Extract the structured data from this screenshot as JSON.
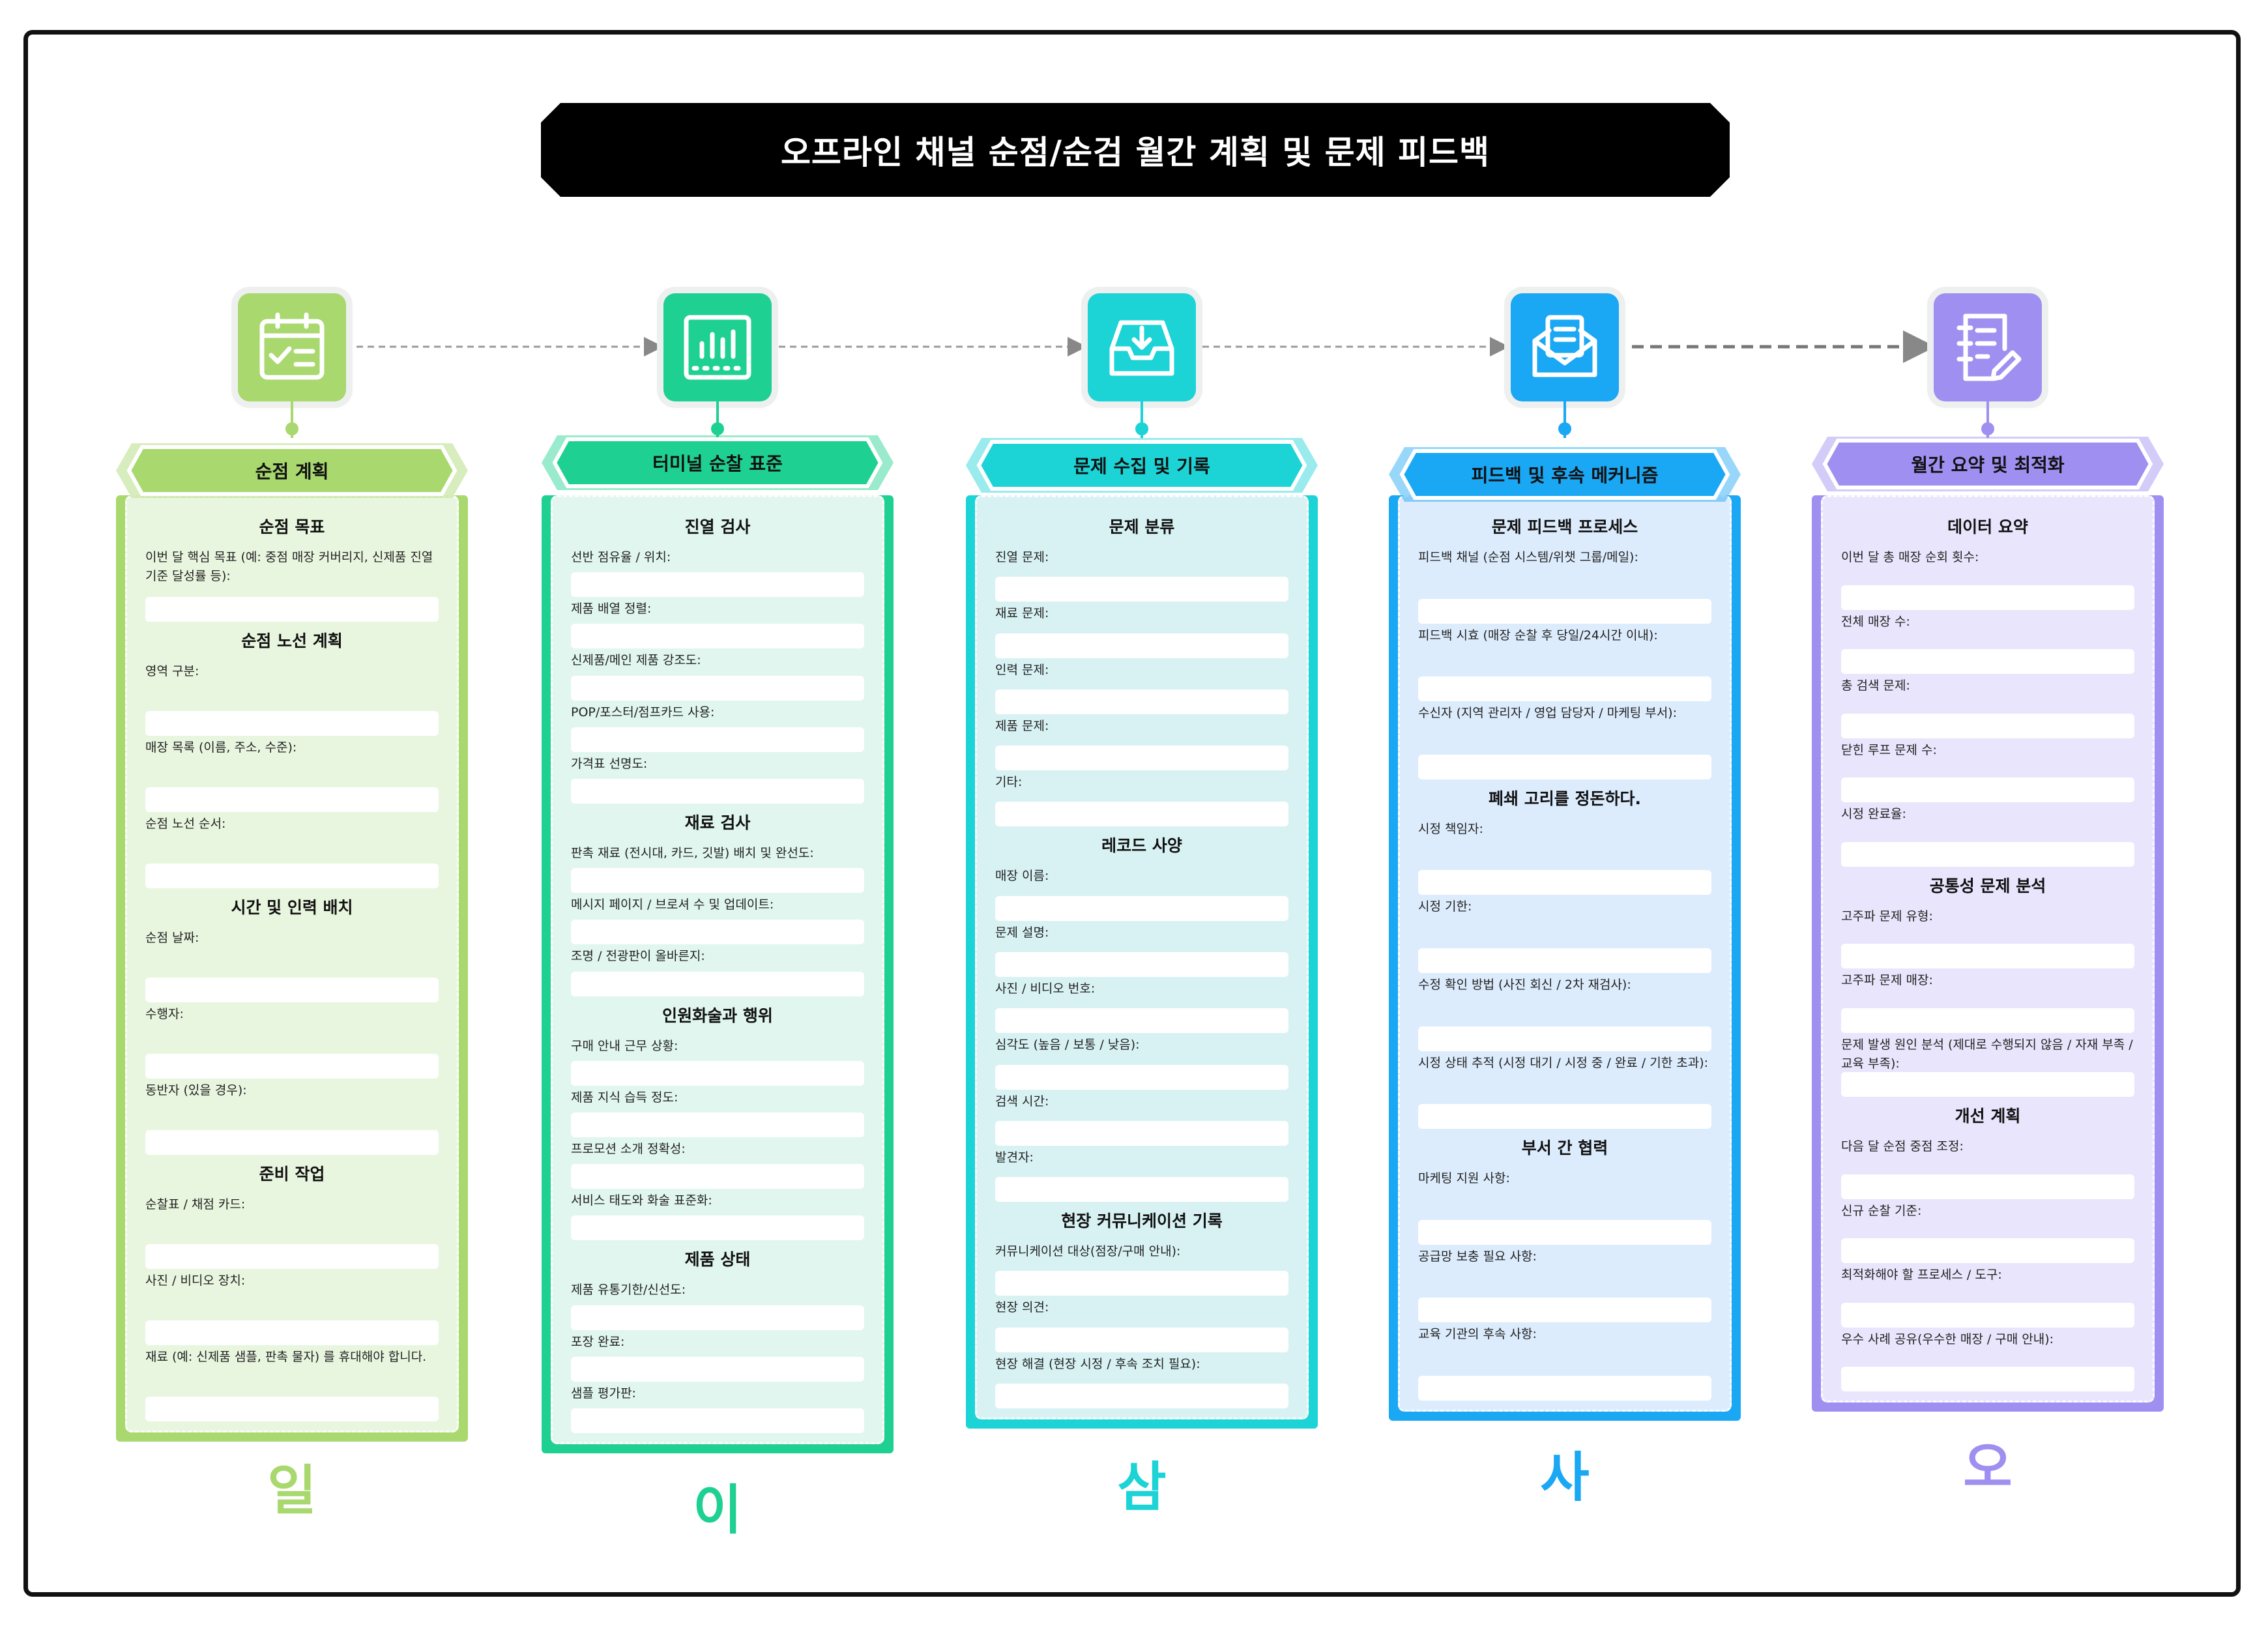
{
  "title": "오프라인 채널 순점/순검 월간 계획 및 문제 피드백",
  "colors": {
    "green": "#a8d86e",
    "teal": "#1fd093",
    "cyan": "#1cd3d6",
    "blue": "#1aa7f4",
    "purple": "#9f8ff0"
  },
  "steps": [
    {
      "icon": "calendar-checklist-icon",
      "header": "순점 계획",
      "numeral": "일",
      "sections": [
        {
          "title": "순점 목표",
          "fields": [
            "이번 달 핵심 목표 (예: 중점 매장 커버리지, 신제품 진열 기준 달성률 등):"
          ]
        },
        {
          "title": "순점 노선 계획",
          "fields": [
            "영역 구분:",
            "매장 목록 (이름, 주소, 수준):",
            "순점 노선 순서:"
          ]
        },
        {
          "title": "시간 및 인력 배치",
          "fields": [
            "순점 날짜:",
            "수행자:",
            "동반자 (있을 경우):"
          ]
        },
        {
          "title": "준비 작업",
          "fields": [
            "순찰표 / 채점 카드:",
            "사진 / 비디오 장치:",
            "재료 (예: 신제품 샘플, 판촉 물자) 를 휴대해야 합니다."
          ]
        }
      ]
    },
    {
      "icon": "chart-board-icon",
      "header": "터미널 순찰 표준",
      "numeral": "이",
      "sections": [
        {
          "title": "진열 검사",
          "fields": [
            "선반 점유율 / 위치:",
            "제품 배열 정렬:",
            "신제품/메인 제품 강조도:",
            "POP/포스터/점프카드 사용:",
            "가격표 선명도:"
          ]
        },
        {
          "title": "재료 검사",
          "fields": [
            "판촉 재료 (전시대, 카드, 깃발) 배치 및 완선도:",
            "메시지 페이지 / 브로셔 수 및 업데이트:",
            "조명 / 전광판이 올바른지:"
          ]
        },
        {
          "title": "인원화술과 행위",
          "fields": [
            "구매 안내 근무 상황:",
            "제품 지식 습득 정도:",
            "프로모션 소개 정확성:",
            "서비스 태도와 화술 표준화:"
          ]
        },
        {
          "title": "제품 상태",
          "fields": [
            "제품 유통기한/신선도:",
            "포장 완료:",
            "샘플 평가판:"
          ]
        }
      ]
    },
    {
      "icon": "inbox-download-icon",
      "header": "문제 수집 및 기록",
      "numeral": "삼",
      "sections": [
        {
          "title": "문제 분류",
          "fields": [
            "진열 문제:",
            "재료 문제:",
            "인력 문제:",
            "제품 문제:",
            "기타:"
          ]
        },
        {
          "title": "레코드 사양",
          "fields": [
            "매장 이름:",
            "문제 설명:",
            "사진 / 비디오 번호:",
            "심각도 (높음 / 보통 / 낮음):",
            "검색 시간:",
            "발견자:"
          ]
        },
        {
          "title": "현장 커뮤니케이션 기록",
          "fields": [
            "커뮤니케이션 대상(점장/구매 안내):",
            "현장 의견:",
            "현장 해결 (현장 시정 / 후속 조치 필요):"
          ]
        }
      ]
    },
    {
      "icon": "envelope-message-icon",
      "header": "피드백 및 후속 메커니즘",
      "numeral": "사",
      "sections": [
        {
          "title": "문제 피드백 프로세스",
          "fields": [
            "피드백 채널 (순점 시스템/위챗 그룹/메일):",
            "피드백 시효 (매장 순찰 후 당일/24시간 이내):",
            "수신자 (지역 관리자 / 영업 담당자 / 마케팅 부서):"
          ]
        },
        {
          "title": "폐쇄 고리를 정돈하다.",
          "fields": [
            "시정 책임자:",
            "시정 기한:",
            "수정 확인 방법 (사진 회신 / 2차 재검사):",
            "시정 상태 추적 (시정 대기 / 시정 중 / 완료 / 기한 초과):"
          ]
        },
        {
          "title": "부서 간 협력",
          "fields": [
            "마케팅 지원 사항:",
            "공급망 보충 필요 사항:",
            "교육 기관의 후속 사항:"
          ]
        }
      ]
    },
    {
      "icon": "document-pen-icon",
      "header": "월간 요약 및 최적화",
      "numeral": "오",
      "sections": [
        {
          "title": "데이터 요약",
          "fields": [
            "이번 달 총 매장 순회 횟수:",
            "전체 매장 수:",
            "총 검색 문제:",
            "닫힌 루프 문제 수:",
            "시정 완료율:"
          ]
        },
        {
          "title": "공통성 문제 분석",
          "fields": [
            "고주파 문제 유형:",
            "고주파 문제 매장:",
            "문제 발생 원인 분석 (제대로 수행되지 않음 / 자재 부족 / 교육 부족):"
          ]
        },
        {
          "title": "개선 계획",
          "fields": [
            "다음 달 순점 중점 조정:",
            "신규 순찰 기준:",
            "최적화해야 할 프로세스 / 도구:",
            "우수 사례 공유(우수한 매장 / 구매 안내):"
          ]
        }
      ]
    }
  ]
}
